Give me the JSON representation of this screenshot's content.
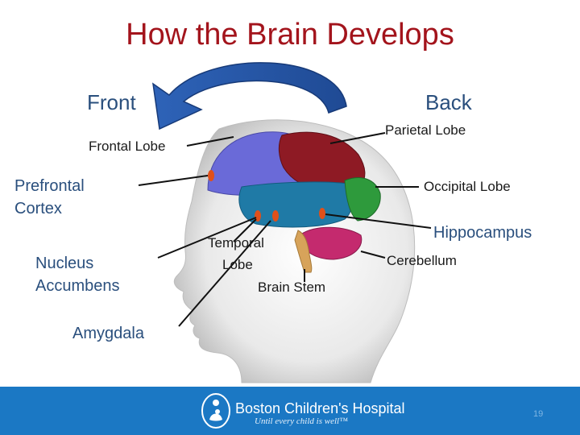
{
  "title": "How the Brain Develops",
  "direction": {
    "front": "Front",
    "back": "Back"
  },
  "labels": {
    "frontal_lobe": "Frontal Lobe",
    "parietal_lobe": "Parietal Lobe",
    "prefrontal_cortex_line1": "Prefrontal",
    "prefrontal_cortex_line2": "Cortex",
    "occipital_lobe": "Occipital Lobe",
    "hippocampus": "Hippocampus",
    "nucleus_accumbens_line1": "Nucleus",
    "nucleus_accumbens_line2": "Accumbens",
    "temporal_lobe_line1": "Temporal",
    "temporal_lobe_line2": "Lobe",
    "cerebellum": "Cerebellum",
    "brain_stem": "Brain Stem",
    "amygdala": "Amygdala"
  },
  "footer": {
    "brand": "Boston Children's Hospital",
    "tagline": "Until every child is well™",
    "page_number": "19"
  },
  "colors": {
    "title": "#a3141c",
    "arrow": "#2a5aa8",
    "frontal": "#6a6ad8",
    "parietal": "#8e1a24",
    "temporal": "#1f7aa6",
    "occipital": "#2e9a3c",
    "cerebellum": "#c42a6e",
    "brain_stem": "#d7a35a",
    "marker": "#e0501a",
    "footer": "#1b78c4"
  }
}
